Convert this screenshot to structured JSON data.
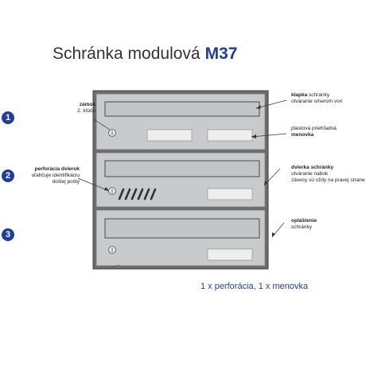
{
  "title": {
    "main": "Schránka modulová",
    "model": "M37"
  },
  "markers": [
    "1",
    "2",
    "3"
  ],
  "annotations": {
    "lock": {
      "bold": "zámok",
      "line2": "2. kľúče"
    },
    "perforation": {
      "bold": "perforácia dvierok",
      "line2": "uľahčuje identifikáciu",
      "line3": "došlej pošty"
    },
    "flap": {
      "bold": "klapka",
      "rest": " schránky",
      "line2": "otváranie smerom von"
    },
    "nameplate": {
      "line1": "plastová priehľadná",
      "bold": "menovka"
    },
    "door": {
      "bold": "dvierka schránky",
      "line2": "otváranie nabok",
      "line3": "závesy sú vždy na pravej strane"
    },
    "casing": {
      "bold": "opláštenie",
      "line2": "schránky"
    }
  },
  "footer": "1 x perforácia, 1 x menovka",
  "colors": {
    "accent": "#1f3f9a",
    "panel": "#c9cacc",
    "frame": "#5c5d60",
    "title": "#333333"
  }
}
